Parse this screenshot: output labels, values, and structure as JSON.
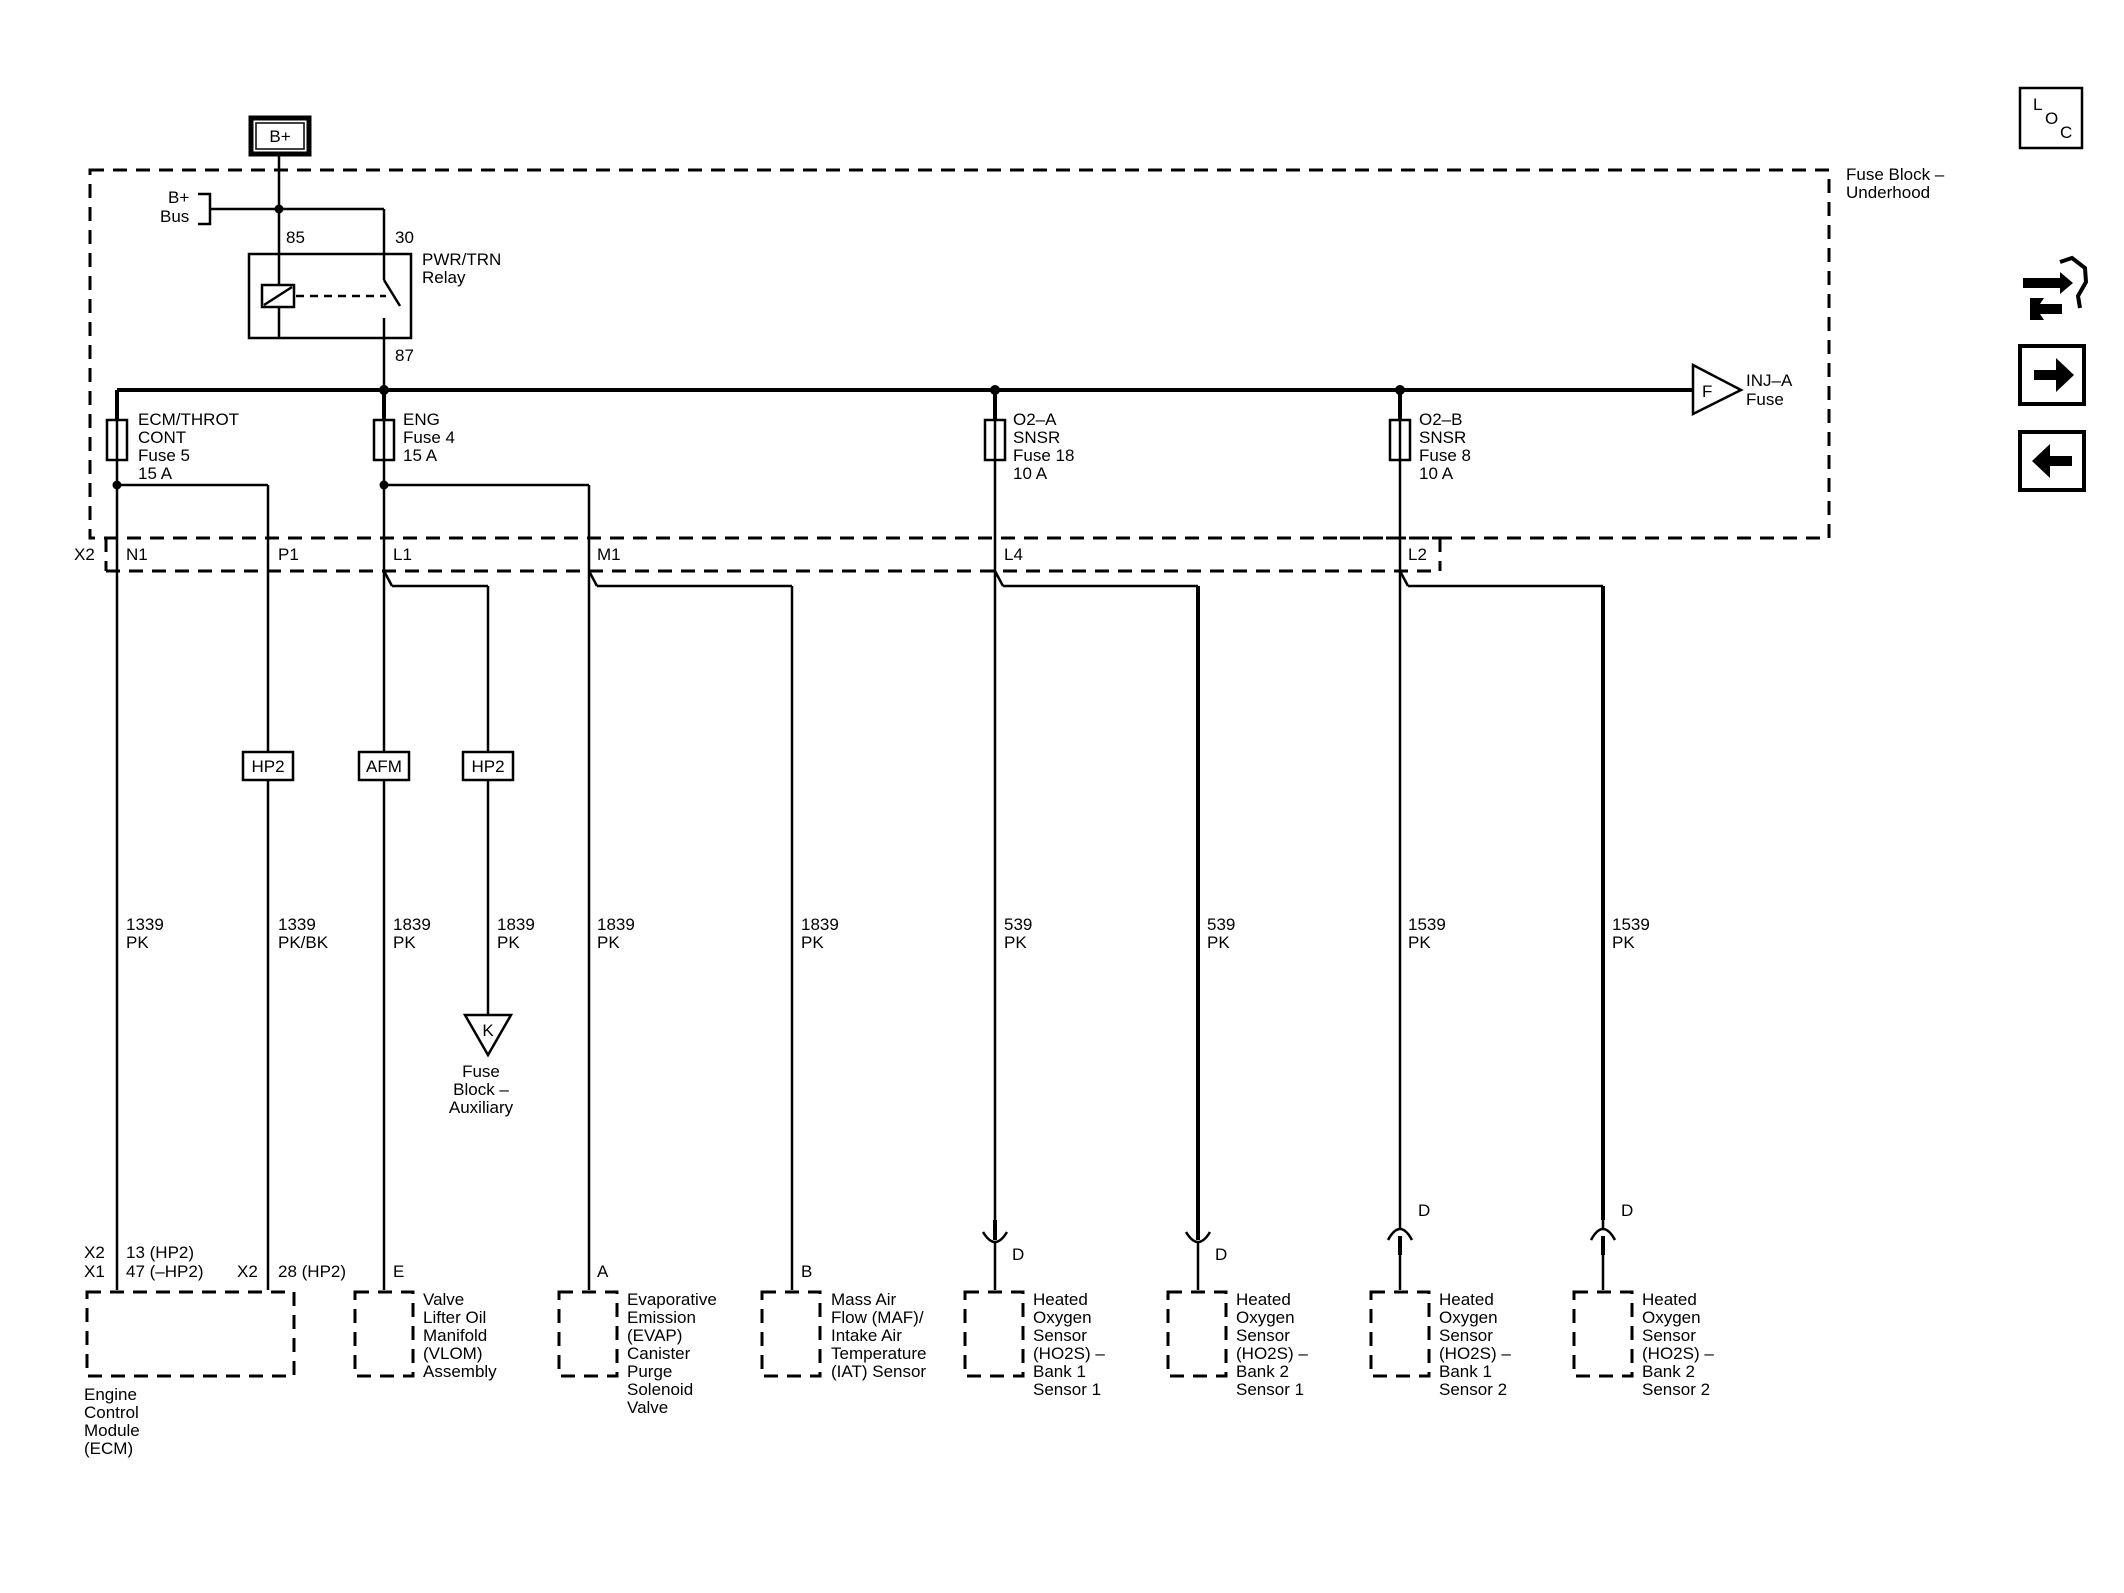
{
  "power": {
    "source": "B+",
    "bus": [
      "B+",
      "Bus"
    ]
  },
  "fuse_block": {
    "label": [
      "Fuse Block –",
      "Underhood"
    ],
    "connector": "X2"
  },
  "relay": {
    "label": [
      "PWR/TRN",
      "Relay"
    ],
    "pins": [
      "85",
      "30",
      "87"
    ]
  },
  "inj_fuse": {
    "letter": "F",
    "label": [
      "INJ–A",
      "Fuse"
    ]
  },
  "fuses": [
    {
      "label": [
        "ECM/THROT",
        "CONT",
        "Fuse 5",
        "15 A"
      ]
    },
    {
      "label": [
        "ENG",
        "Fuse 4",
        "15 A"
      ]
    },
    {
      "label": [
        "O2–A",
        "SNSR",
        "Fuse 18",
        "10 A"
      ]
    },
    {
      "label": [
        "O2–B",
        "SNSR",
        "Fuse 8",
        "10 A"
      ]
    }
  ],
  "x2_pins": [
    "N1",
    "P1",
    "L1",
    "M1",
    "L4",
    "L2"
  ],
  "option_tags": [
    "HP2",
    "AFM",
    "HP2"
  ],
  "circuits": [
    {
      "num": "1339",
      "color": "PK"
    },
    {
      "num": "1339",
      "color": "PK/BK"
    },
    {
      "num": "1839",
      "color": "PK"
    },
    {
      "num": "1839",
      "color": "PK"
    },
    {
      "num": "1839",
      "color": "PK"
    },
    {
      "num": "1839",
      "color": "PK"
    },
    {
      "num": "539",
      "color": "PK"
    },
    {
      "num": "539",
      "color": "PK"
    },
    {
      "num": "1539",
      "color": "PK"
    },
    {
      "num": "1539",
      "color": "PK"
    }
  ],
  "aux_fuse": {
    "letter": "K",
    "label": [
      "Fuse",
      "Block –",
      "Auxiliary"
    ]
  },
  "ecm_pins": {
    "x2_conn": "X2",
    "x2_pin": "13 (HP2)",
    "x1_conn": "X1",
    "x1_pin": "47 (–HP2)",
    "x2b_conn": "X2",
    "x2b_pin": "28 (HP2)"
  },
  "components": [
    {
      "pin": "",
      "label": [
        "Engine",
        "Control",
        "Module",
        "(ECM)"
      ]
    },
    {
      "pin": "E",
      "label": [
        "Valve",
        "Lifter Oil",
        "Manifold",
        "(VLOM)",
        "Assembly"
      ]
    },
    {
      "pin": "A",
      "label": [
        "Evaporative",
        "Emission",
        "(EVAP)",
        "Canister",
        "Purge",
        "Solenoid",
        "Valve"
      ]
    },
    {
      "pin": "B",
      "label": [
        "Mass Air",
        "Flow (MAF)/",
        "Intake Air",
        "Temperature",
        "(IAT) Sensor"
      ]
    },
    {
      "pin": "D",
      "label": [
        "Heated",
        "Oxygen",
        "Sensor",
        "(HO2S)  –",
        "Bank 1",
        "Sensor 1"
      ]
    },
    {
      "pin": "D",
      "label": [
        "Heated",
        "Oxygen",
        "Sensor",
        "(HO2S)  –",
        "Bank 2",
        "Sensor 1"
      ]
    },
    {
      "pin": "D",
      "label": [
        "Heated",
        "Oxygen",
        "Sensor",
        "(HO2S)  –",
        "Bank 1",
        "Sensor 2"
      ]
    },
    {
      "pin": "D",
      "label": [
        "Heated",
        "Oxygen",
        "Sensor",
        "(HO2S)  –",
        "Bank 2",
        "Sensor 2"
      ]
    }
  ],
  "nav": {
    "loc_icon": "location-icon",
    "tools_icon": "tools-icon",
    "next_icon": "arrow-right-icon",
    "prev_icon": "arrow-left-icon",
    "loc_text": [
      "L",
      "O",
      "C"
    ]
  }
}
